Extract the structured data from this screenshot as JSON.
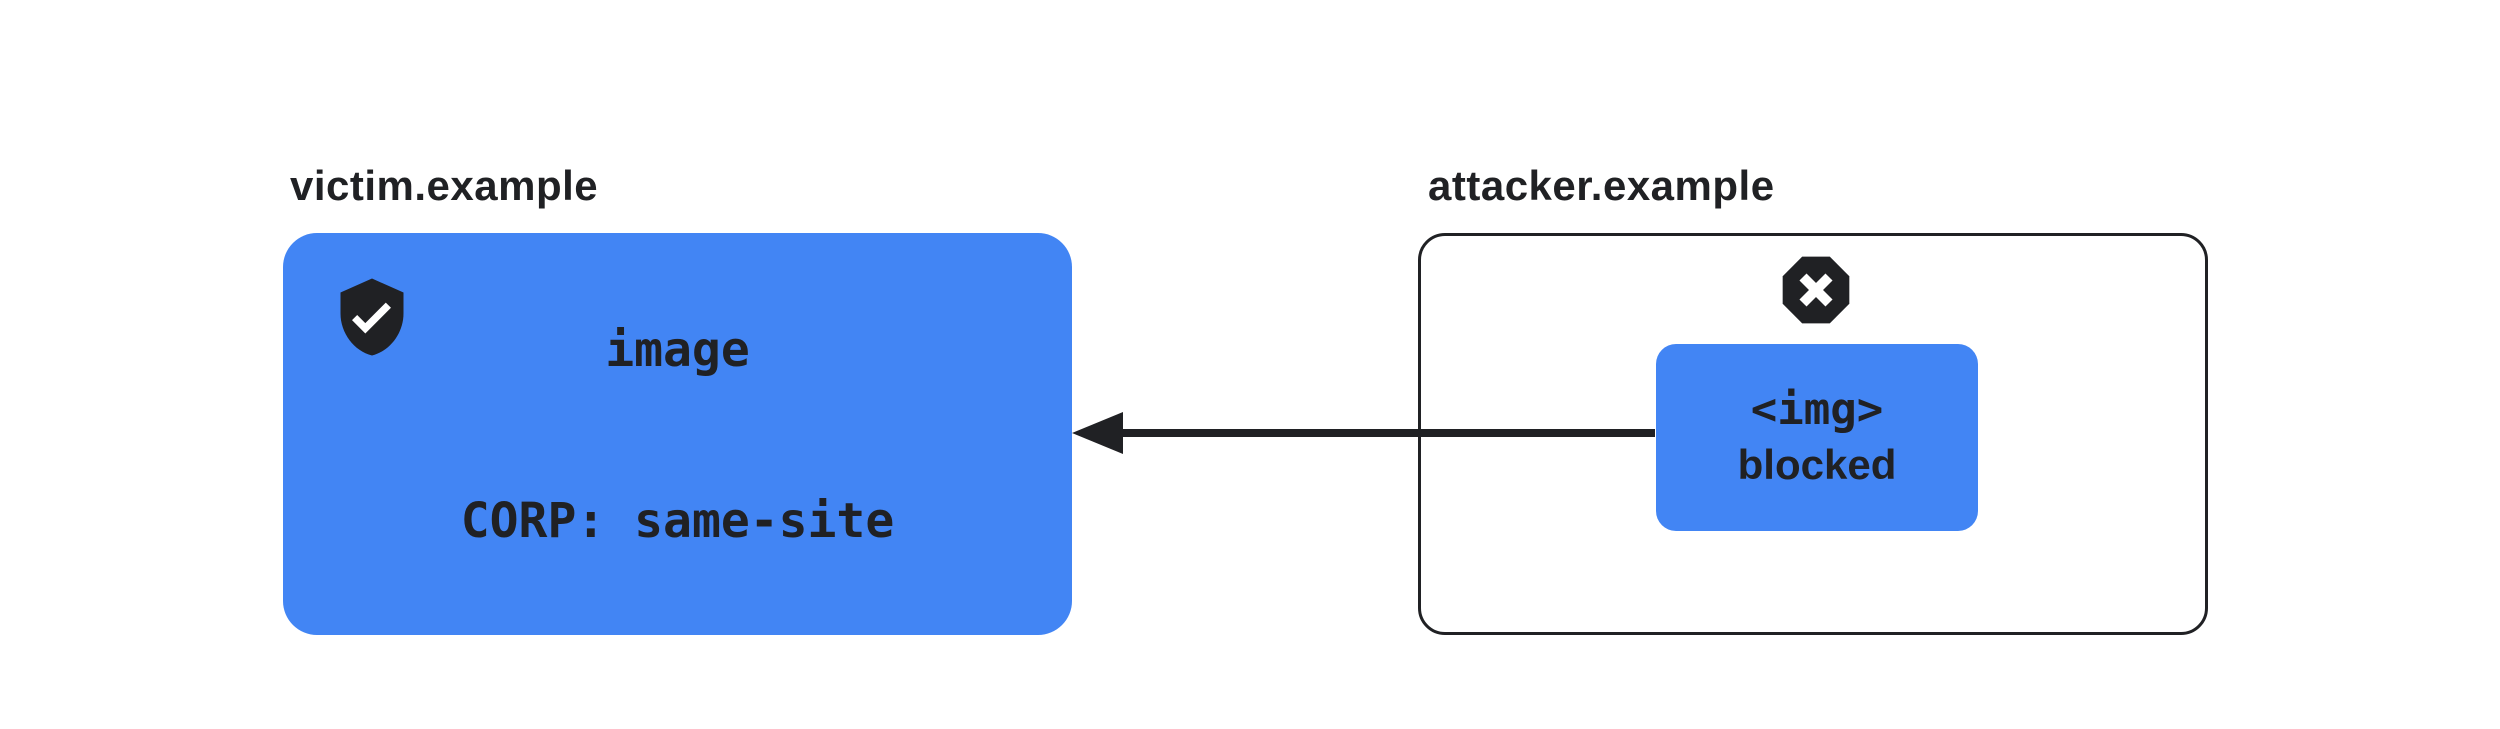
{
  "colors": {
    "accent_blue": "#4285F4",
    "ink": "#202124",
    "background": "#FFFFFF"
  },
  "victim": {
    "domain_label": "victim.example",
    "resource_line1": "image",
    "resource_line2": "CORP: same-site",
    "status_icon": "shield-check-icon"
  },
  "attacker": {
    "domain_label": "attacker.example",
    "request_line1": "<img>",
    "request_line2": "blocked",
    "status_icon": "blocked-x-octagon-icon"
  }
}
